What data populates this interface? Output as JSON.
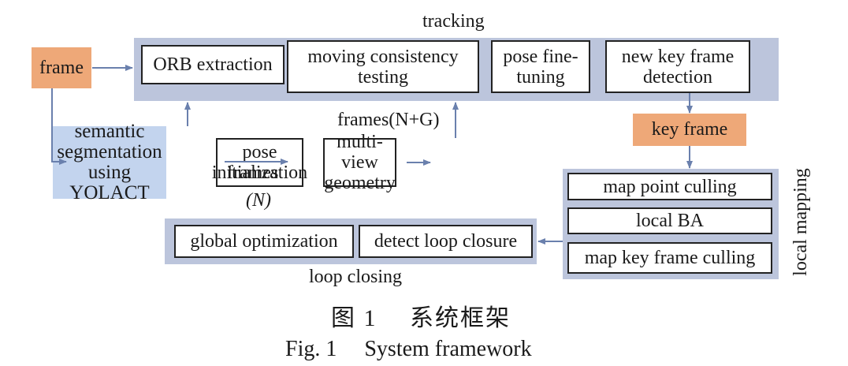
{
  "diagram": {
    "colors": {
      "group_fill": "#bcc5dc",
      "input_fill": "#eea878",
      "segmentation_fill": "#c3d4ee",
      "arrow": "#6a80ad"
    },
    "inputs": {
      "frame": "frame",
      "key_frame": "key frame"
    },
    "semantic_segmentation": "semantic\nsegmentation\nusing YOLACT",
    "tracking": {
      "title": "tracking",
      "steps": [
        "ORB extraction",
        "moving consistency\ntesting",
        "pose fine-\ntuning",
        "new key frame\ndetection"
      ]
    },
    "pose_initialization": "pose\ninitialization",
    "multi_view_geometry": "multi-view\ngeometry",
    "edge_labels": {
      "frames_n_top": "frames",
      "frames_n_bottom": "(N)",
      "frames_n_plus_g": "frames(N+G)"
    },
    "local_mapping": {
      "title": "local mapping",
      "steps": [
        "map point culling",
        "local BA",
        "map key frame culling"
      ]
    },
    "loop_closing": {
      "title": "loop closing",
      "steps": [
        "global optimization",
        "detect loop closure"
      ]
    }
  },
  "caption": {
    "chinese": "图 1　 系统框架",
    "english": "Fig. 1　 System framework"
  }
}
